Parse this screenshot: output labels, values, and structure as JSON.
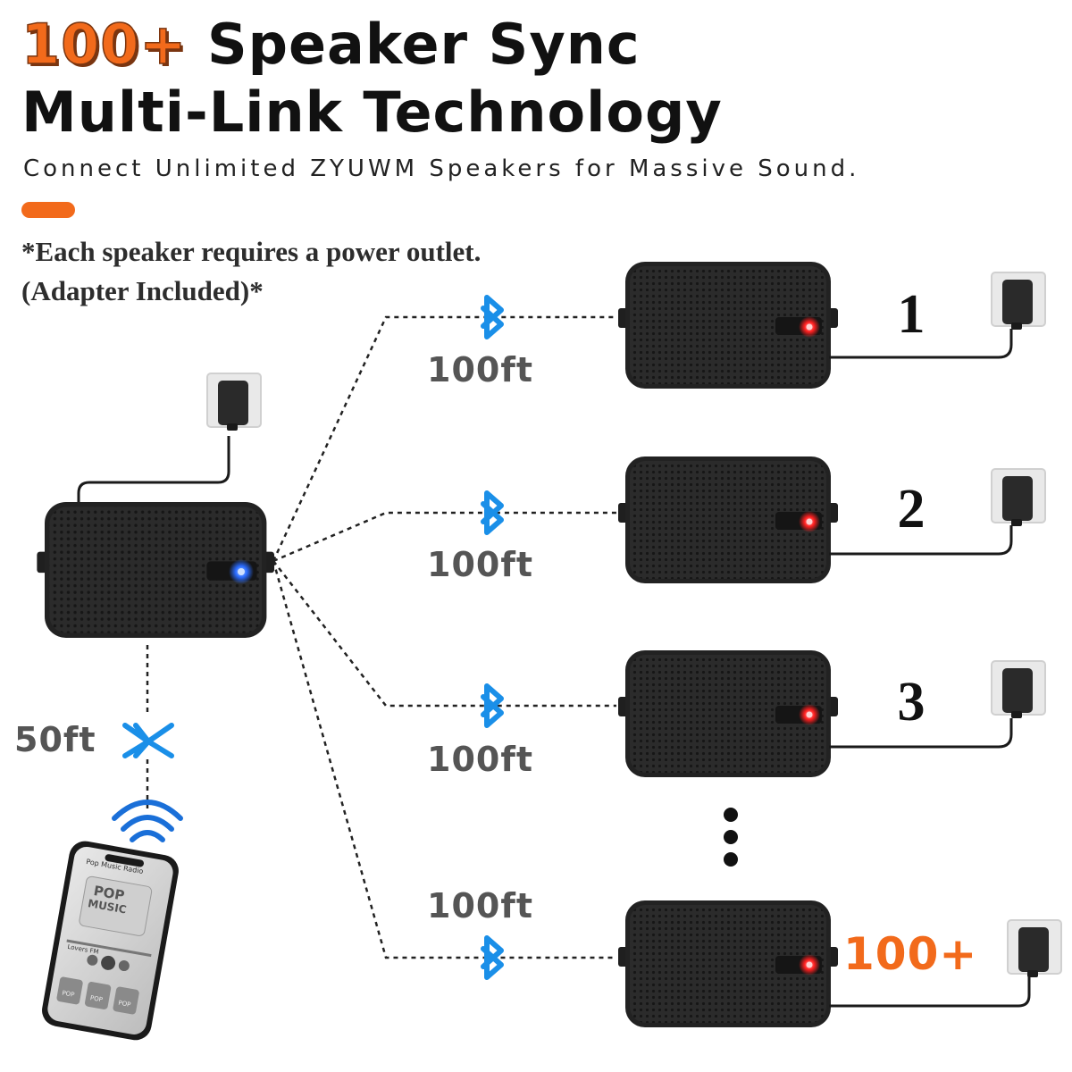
{
  "header": {
    "count_label": "100+",
    "headline_rest": " Speaker Sync",
    "headline_line2": "Multi-Link Technology",
    "tagline": "Connect Unlimited ZYUWM Speakers for Massive Sound.",
    "note_line1": "*Each speaker requires a power outlet.",
    "note_line2": "(Adapter Included)*"
  },
  "links": {
    "phone_distance": "50ft",
    "speaker_distance": "100ft",
    "speaker_numbers": [
      "1",
      "2",
      "3"
    ],
    "final_count": "100+"
  },
  "phone": {
    "app_title": "Pop Music Radio",
    "album_line1": "POP",
    "album_line2": "MUSIC",
    "station": "Lovers FM",
    "tile_label": "POP"
  },
  "colors": {
    "accent": "#f26a1b",
    "bluetooth": "#1a8fe8",
    "main_led": "#2a6bff",
    "speaker_led": "#ff2020",
    "speaker_body": "#2a2a2a"
  },
  "icons": [
    "bluetooth-icon",
    "wall-outlet-icon",
    "power-adapter-icon",
    "wifi-signal-icon",
    "ellipsis-icon"
  ]
}
